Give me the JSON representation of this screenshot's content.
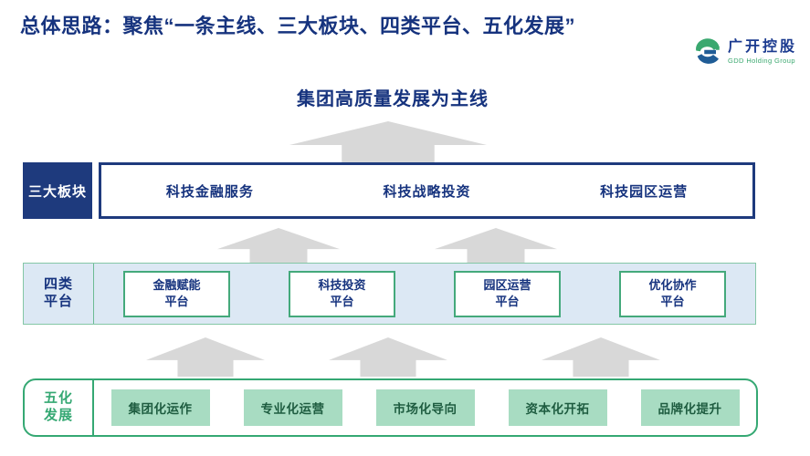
{
  "title": "总体思路：聚焦“一条主线、三大板块、四类平台、五化发展”",
  "logo": {
    "name_cn": "广开控股",
    "name_en": "GDD Holding Group"
  },
  "main_line": "集团高质量发展为主线",
  "plates": {
    "label": "三大板块",
    "items": [
      "科技金融服务",
      "科技战略投资",
      "科技园区运营"
    ]
  },
  "platforms": {
    "label_line1": "四类",
    "label_line2": "平台",
    "items": [
      {
        "line1": "金融赋能",
        "line2": "平台"
      },
      {
        "line1": "科技投资",
        "line2": "平台"
      },
      {
        "line1": "园区运营",
        "line2": "平台"
      },
      {
        "line1": "优化协作",
        "line2": "平台"
      }
    ]
  },
  "developments": {
    "label_line1": "五化",
    "label_line2": "发展",
    "items": [
      "集团化运作",
      "专业化运营",
      "市场化导向",
      "资本化开拓",
      "品牌化提升"
    ]
  },
  "colors": {
    "title_navy": "#16337e",
    "plate_box_navy": "#1e3a7d",
    "platform_row_fill": "#dce8f4",
    "platform_border_green": "#44a97b",
    "dev_border_green": "#35a873",
    "dev_fill_mint": "#a8dcc2",
    "dev_text_green": "#1e5c40",
    "arrow_gray": "#d8d8d8",
    "logo_green": "#3aa86f",
    "logo_blue": "#1f5c96"
  }
}
